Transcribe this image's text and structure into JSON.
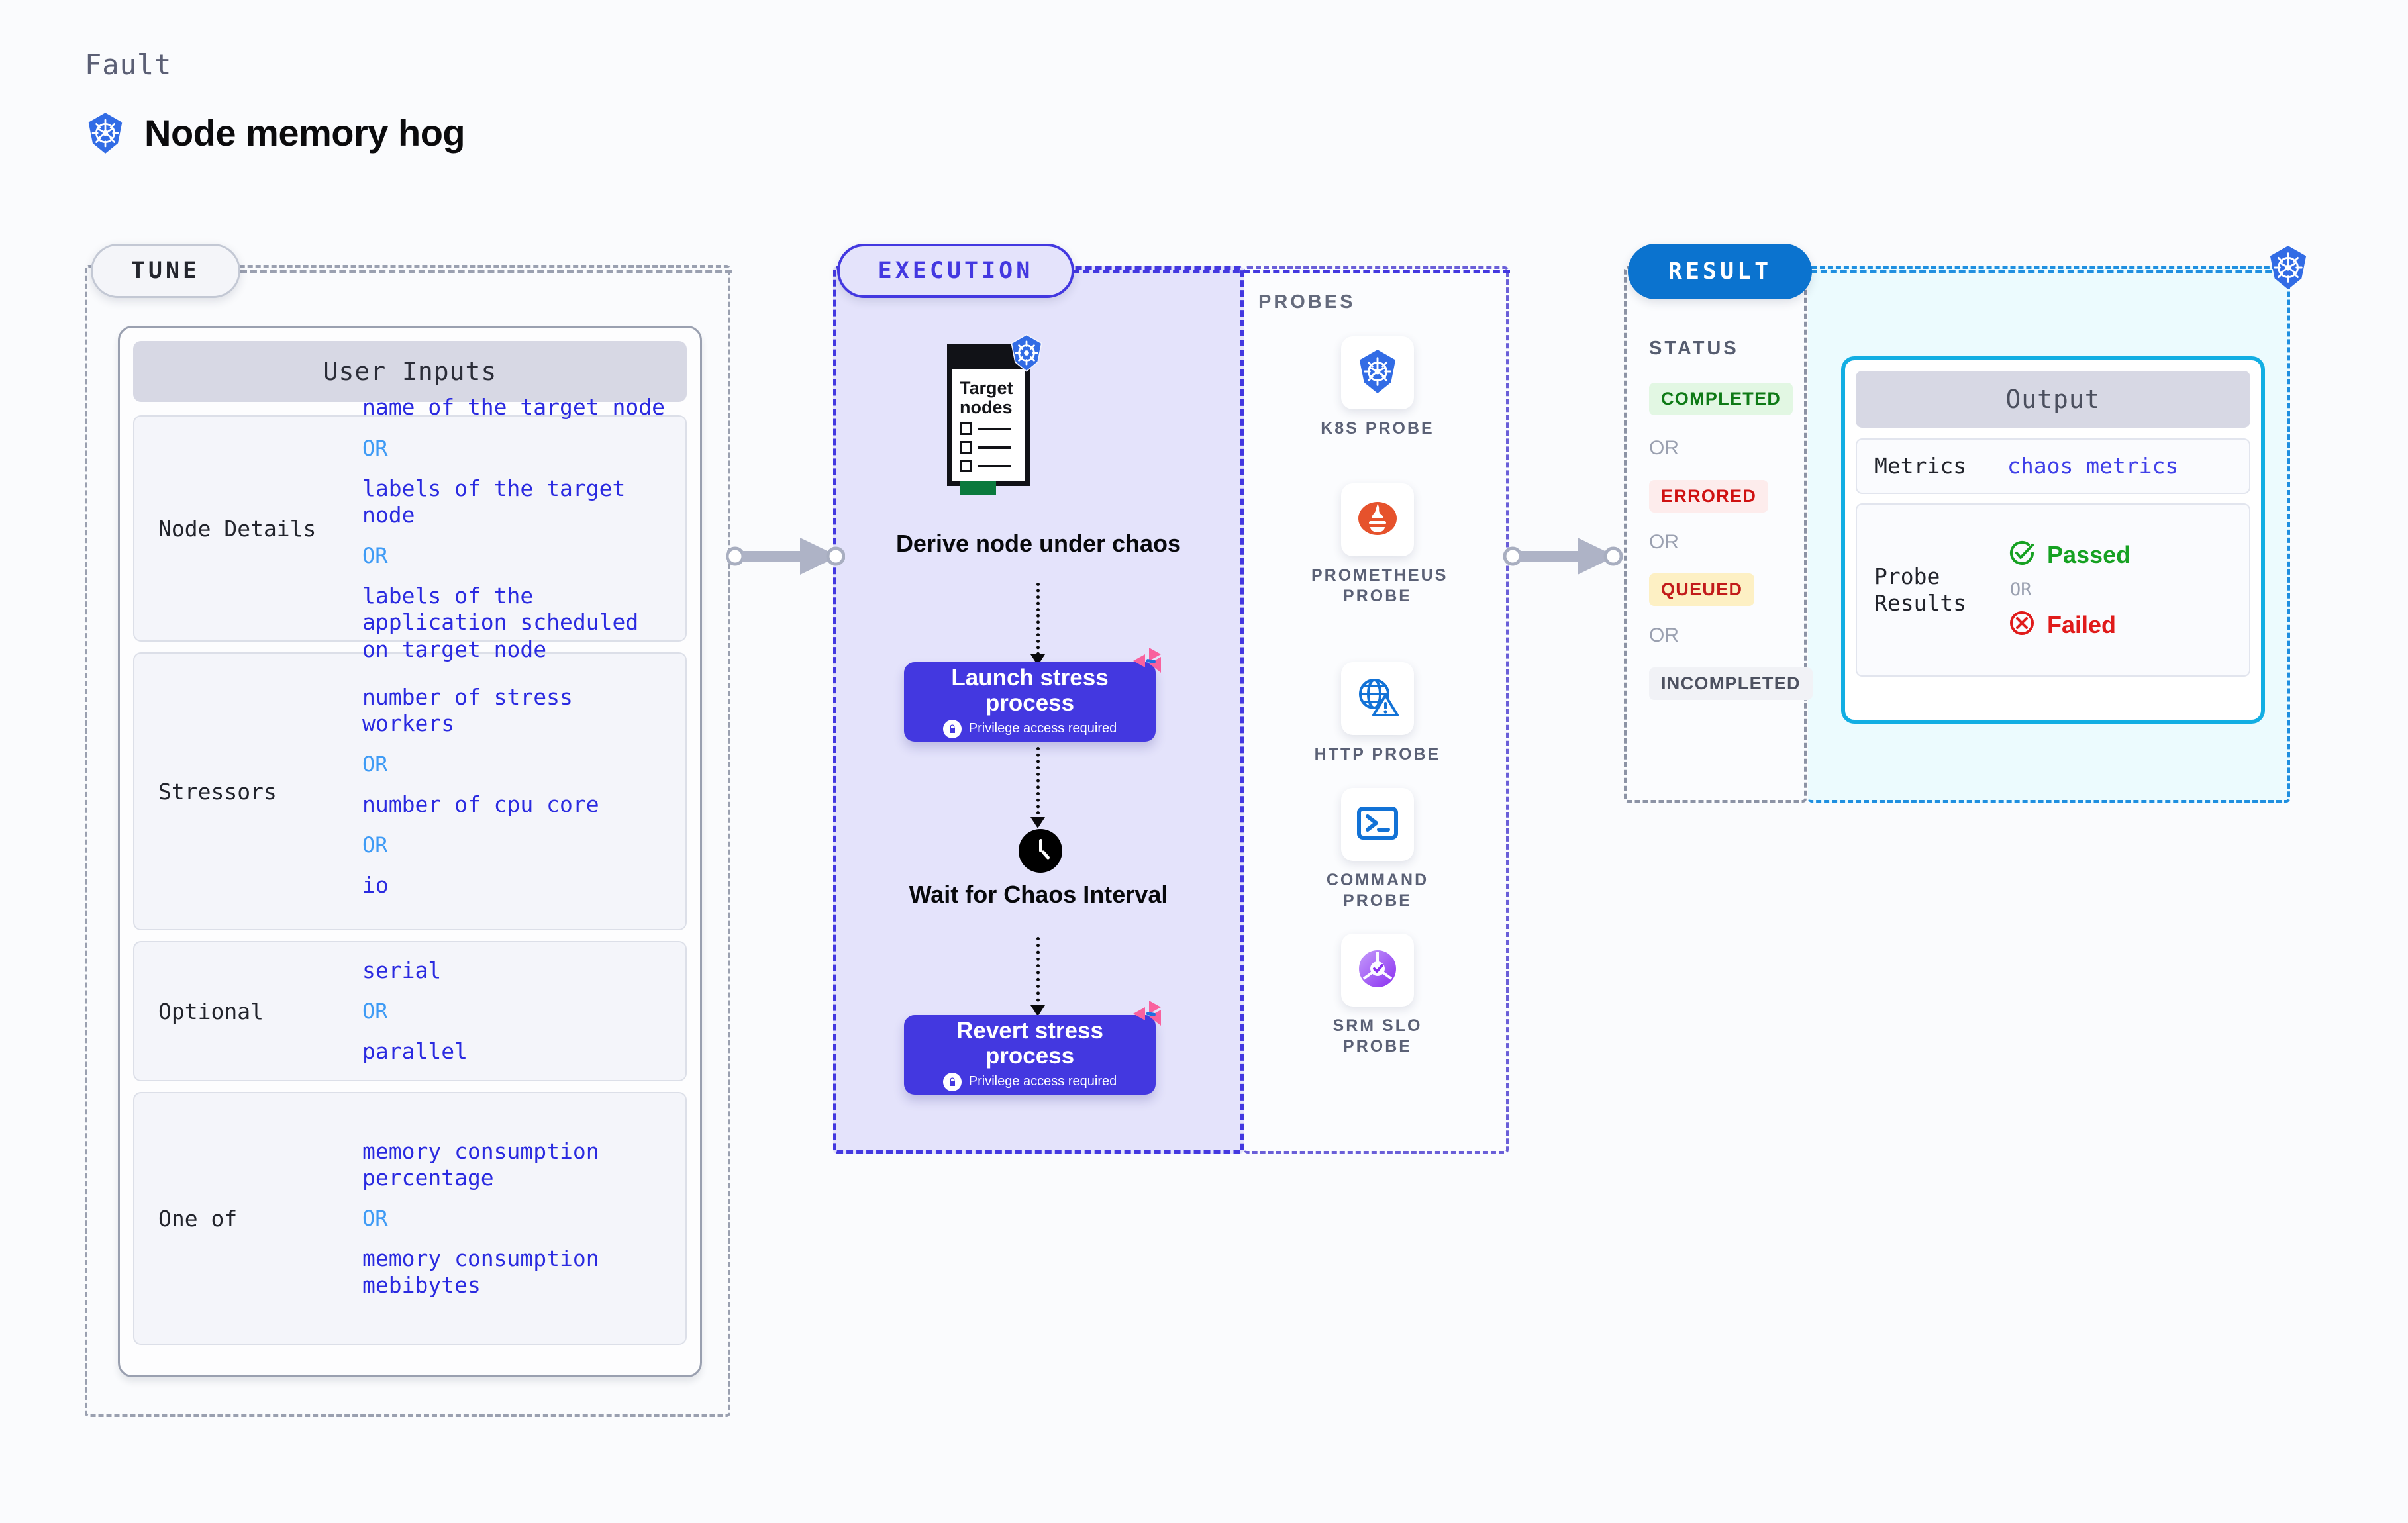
{
  "header": {
    "fault_label": "Fault",
    "title": "Node memory hog",
    "icon": "kubernetes-icon"
  },
  "tune": {
    "pill_label": "TUNE",
    "card_title": "User Inputs",
    "rows": [
      {
        "label": "Node Details",
        "values": [
          "name of the target node",
          "labels of the target node",
          "labels of the application scheduled on target node"
        ],
        "separator": "OR"
      },
      {
        "label": "Stressors",
        "values": [
          "number of stress workers",
          "number of cpu core",
          "io"
        ],
        "separator": "OR"
      },
      {
        "label": "Optional",
        "values": [
          "serial",
          "parallel"
        ],
        "separator": "OR"
      },
      {
        "label": "One of",
        "values": [
          "memory consumption percentage",
          "memory consumption mebibytes"
        ],
        "separator": "OR"
      }
    ]
  },
  "execution": {
    "pill_label": "EXECUTION",
    "target_card": {
      "title": "Target nodes",
      "icon": "kubernetes-icon"
    },
    "steps": [
      {
        "caption": "Derive node under chaos",
        "kind": "target-card"
      },
      {
        "caption": "Launch stress process",
        "sub": "Privilege access required",
        "kind": "process",
        "icon": "lock-icon",
        "corner_icon": "chaos-icon"
      },
      {
        "caption": "Wait for Chaos Interval",
        "kind": "clock",
        "icon": "clock-icon"
      },
      {
        "caption": "Revert stress process",
        "sub": "Privilege access required",
        "kind": "process",
        "icon": "lock-icon",
        "corner_icon": "chaos-icon"
      }
    ]
  },
  "probes": {
    "title": "PROBES",
    "items": [
      {
        "label": "K8S PROBE",
        "icon": "kubernetes-icon"
      },
      {
        "label": "PROMETHEUS PROBE",
        "icon": "prometheus-icon"
      },
      {
        "label": "HTTP PROBE",
        "icon": "globe-warning-icon"
      },
      {
        "label": "COMMAND PROBE",
        "icon": "terminal-icon"
      },
      {
        "label": "SRM SLO PROBE",
        "icon": "slo-donut-icon"
      }
    ]
  },
  "result": {
    "pill_label": "RESULT",
    "status_title": "STATUS",
    "statuses": [
      "COMPLETED",
      "ERRORED",
      "QUEUED",
      "INCOMPLETED"
    ],
    "separator": "OR",
    "status_colors": {
      "COMPLETED": {
        "bg": "#e2f7e3",
        "fg": "#0e7a16"
      },
      "ERRORED": {
        "bg": "#fdecec",
        "fg": "#cf1111"
      },
      "QUEUED": {
        "bg": "#fdf0c4",
        "fg": "#c21b1b"
      },
      "INCOMPLETED": {
        "bg": "#f1f2f6",
        "fg": "#4d5160"
      }
    },
    "corner_icon": "kubernetes-icon",
    "output": {
      "title": "Output",
      "rows": [
        {
          "label": "Metrics",
          "value": "chaos metrics"
        },
        {
          "label": "Probe Results",
          "pass": "Passed",
          "fail": "Failed",
          "separator": "OR",
          "pass_icon": "check-circle-icon",
          "fail_icon": "x-circle-icon"
        }
      ]
    }
  },
  "colors": {
    "accent_indigo": "#4338e0",
    "accent_blue": "#0b73cf",
    "accent_cyan": "#12aee3",
    "value_text": "#2a2ae0",
    "or_text": "#3f9bf5",
    "page_bg": "#fafbfd"
  }
}
